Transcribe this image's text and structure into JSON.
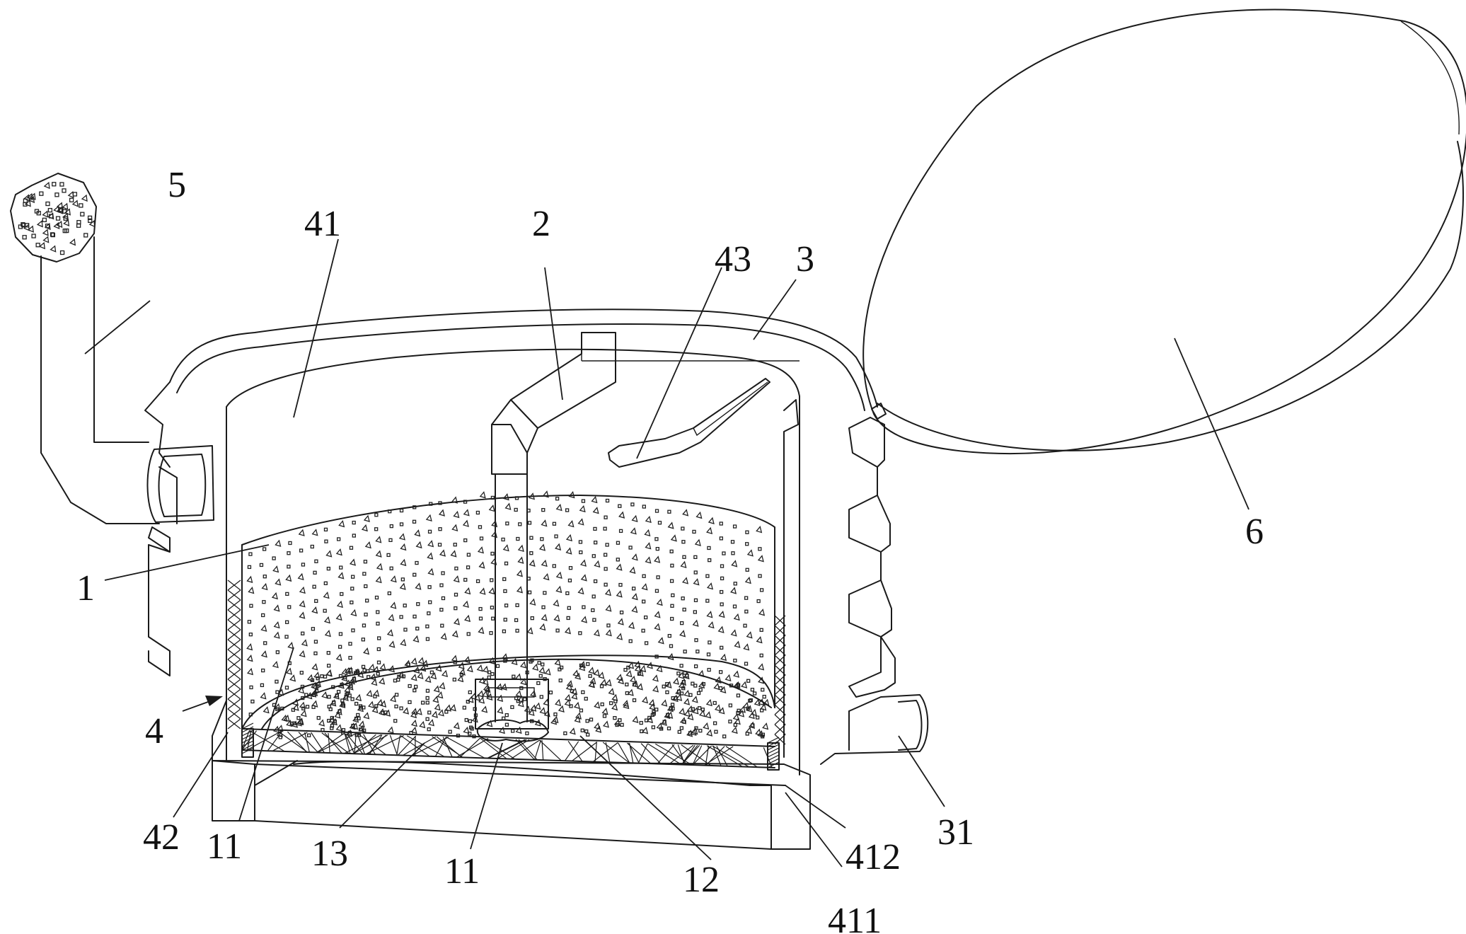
{
  "labels": {
    "l1": "1",
    "l2": "2",
    "l3": "3",
    "l4": "4",
    "l5": "5",
    "l6": "6",
    "l11a": "11",
    "l11b": "11",
    "l12": "12",
    "l13": "13",
    "l31": "31",
    "l41": "41",
    "l42": "42",
    "l43": "43",
    "l411": "411",
    "l412": "412"
  },
  "colors": {
    "stroke": "#1a1a1a",
    "background": "#ffffff"
  }
}
